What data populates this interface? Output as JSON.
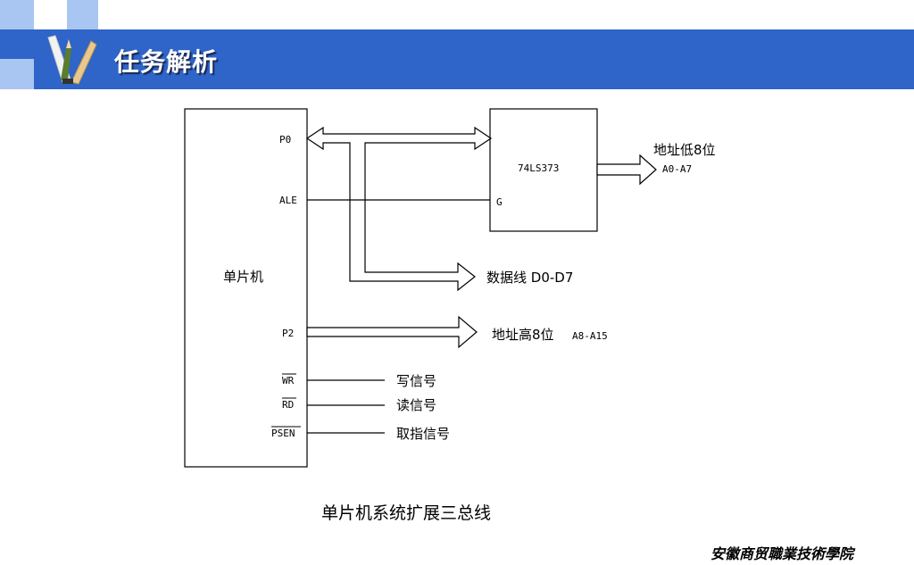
{
  "header": {
    "title": "任务解析"
  },
  "diagram": {
    "mcu_label": "单片机",
    "pins": {
      "p0": "P0",
      "ale": "ALE",
      "p2": "P2",
      "wr": "WR",
      "rd": "RD",
      "psen": "PSEN"
    },
    "latch": {
      "name": "74LS373",
      "g_pin": "G"
    },
    "outputs": {
      "addr_low_title": "地址低8位",
      "addr_low_range": "A0-A7",
      "data_bus": "数据线 D0-D7",
      "addr_high": "地址高8位",
      "addr_high_range": "A8-A15",
      "write_signal": "写信号",
      "read_signal": "读信号",
      "fetch_signal": "取指信号"
    }
  },
  "caption": "单片机系统扩展三总线",
  "footer": {
    "school": "安徽商贸職業技術學院"
  },
  "colors": {
    "header_bg": "#2f64c9",
    "accent_light": "#a9c6f2"
  },
  "icons": {
    "logo": "pencil-ruler-icon"
  }
}
